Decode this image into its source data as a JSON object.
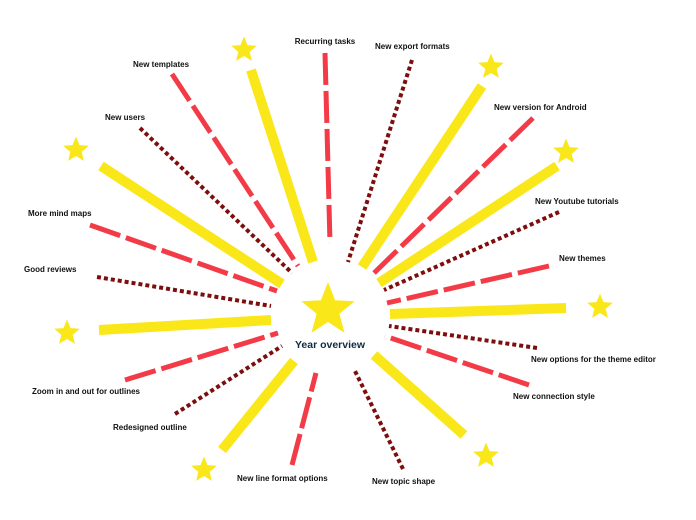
{
  "colors": {
    "yellow": "#fae71a",
    "red": "#f33b47",
    "maroon": "#7e0d0d",
    "center_text": "#0f2a44",
    "label_text": "#111111"
  },
  "center": {
    "label": "Year overview",
    "icon": "star-icon"
  },
  "labels": {
    "recurring_tasks": "Recurring tasks",
    "new_export_formats": "New export formats",
    "new_templates": "New templates",
    "new_version_android": "New version for Android",
    "new_users": "New users",
    "new_youtube_tutorials": "New Youtube tutorials",
    "more_mind_maps": "More mind maps",
    "new_themes": "New themes",
    "good_reviews": "Good reviews",
    "new_options_theme_editor": "New options for the theme editor",
    "zoom_outlines": "Zoom in and out for outlines",
    "new_connection_style": "New connection style",
    "redesigned_outline": "Redesigned outline",
    "new_line_format_options": "New line format options",
    "new_topic_shape": "New topic shape"
  }
}
